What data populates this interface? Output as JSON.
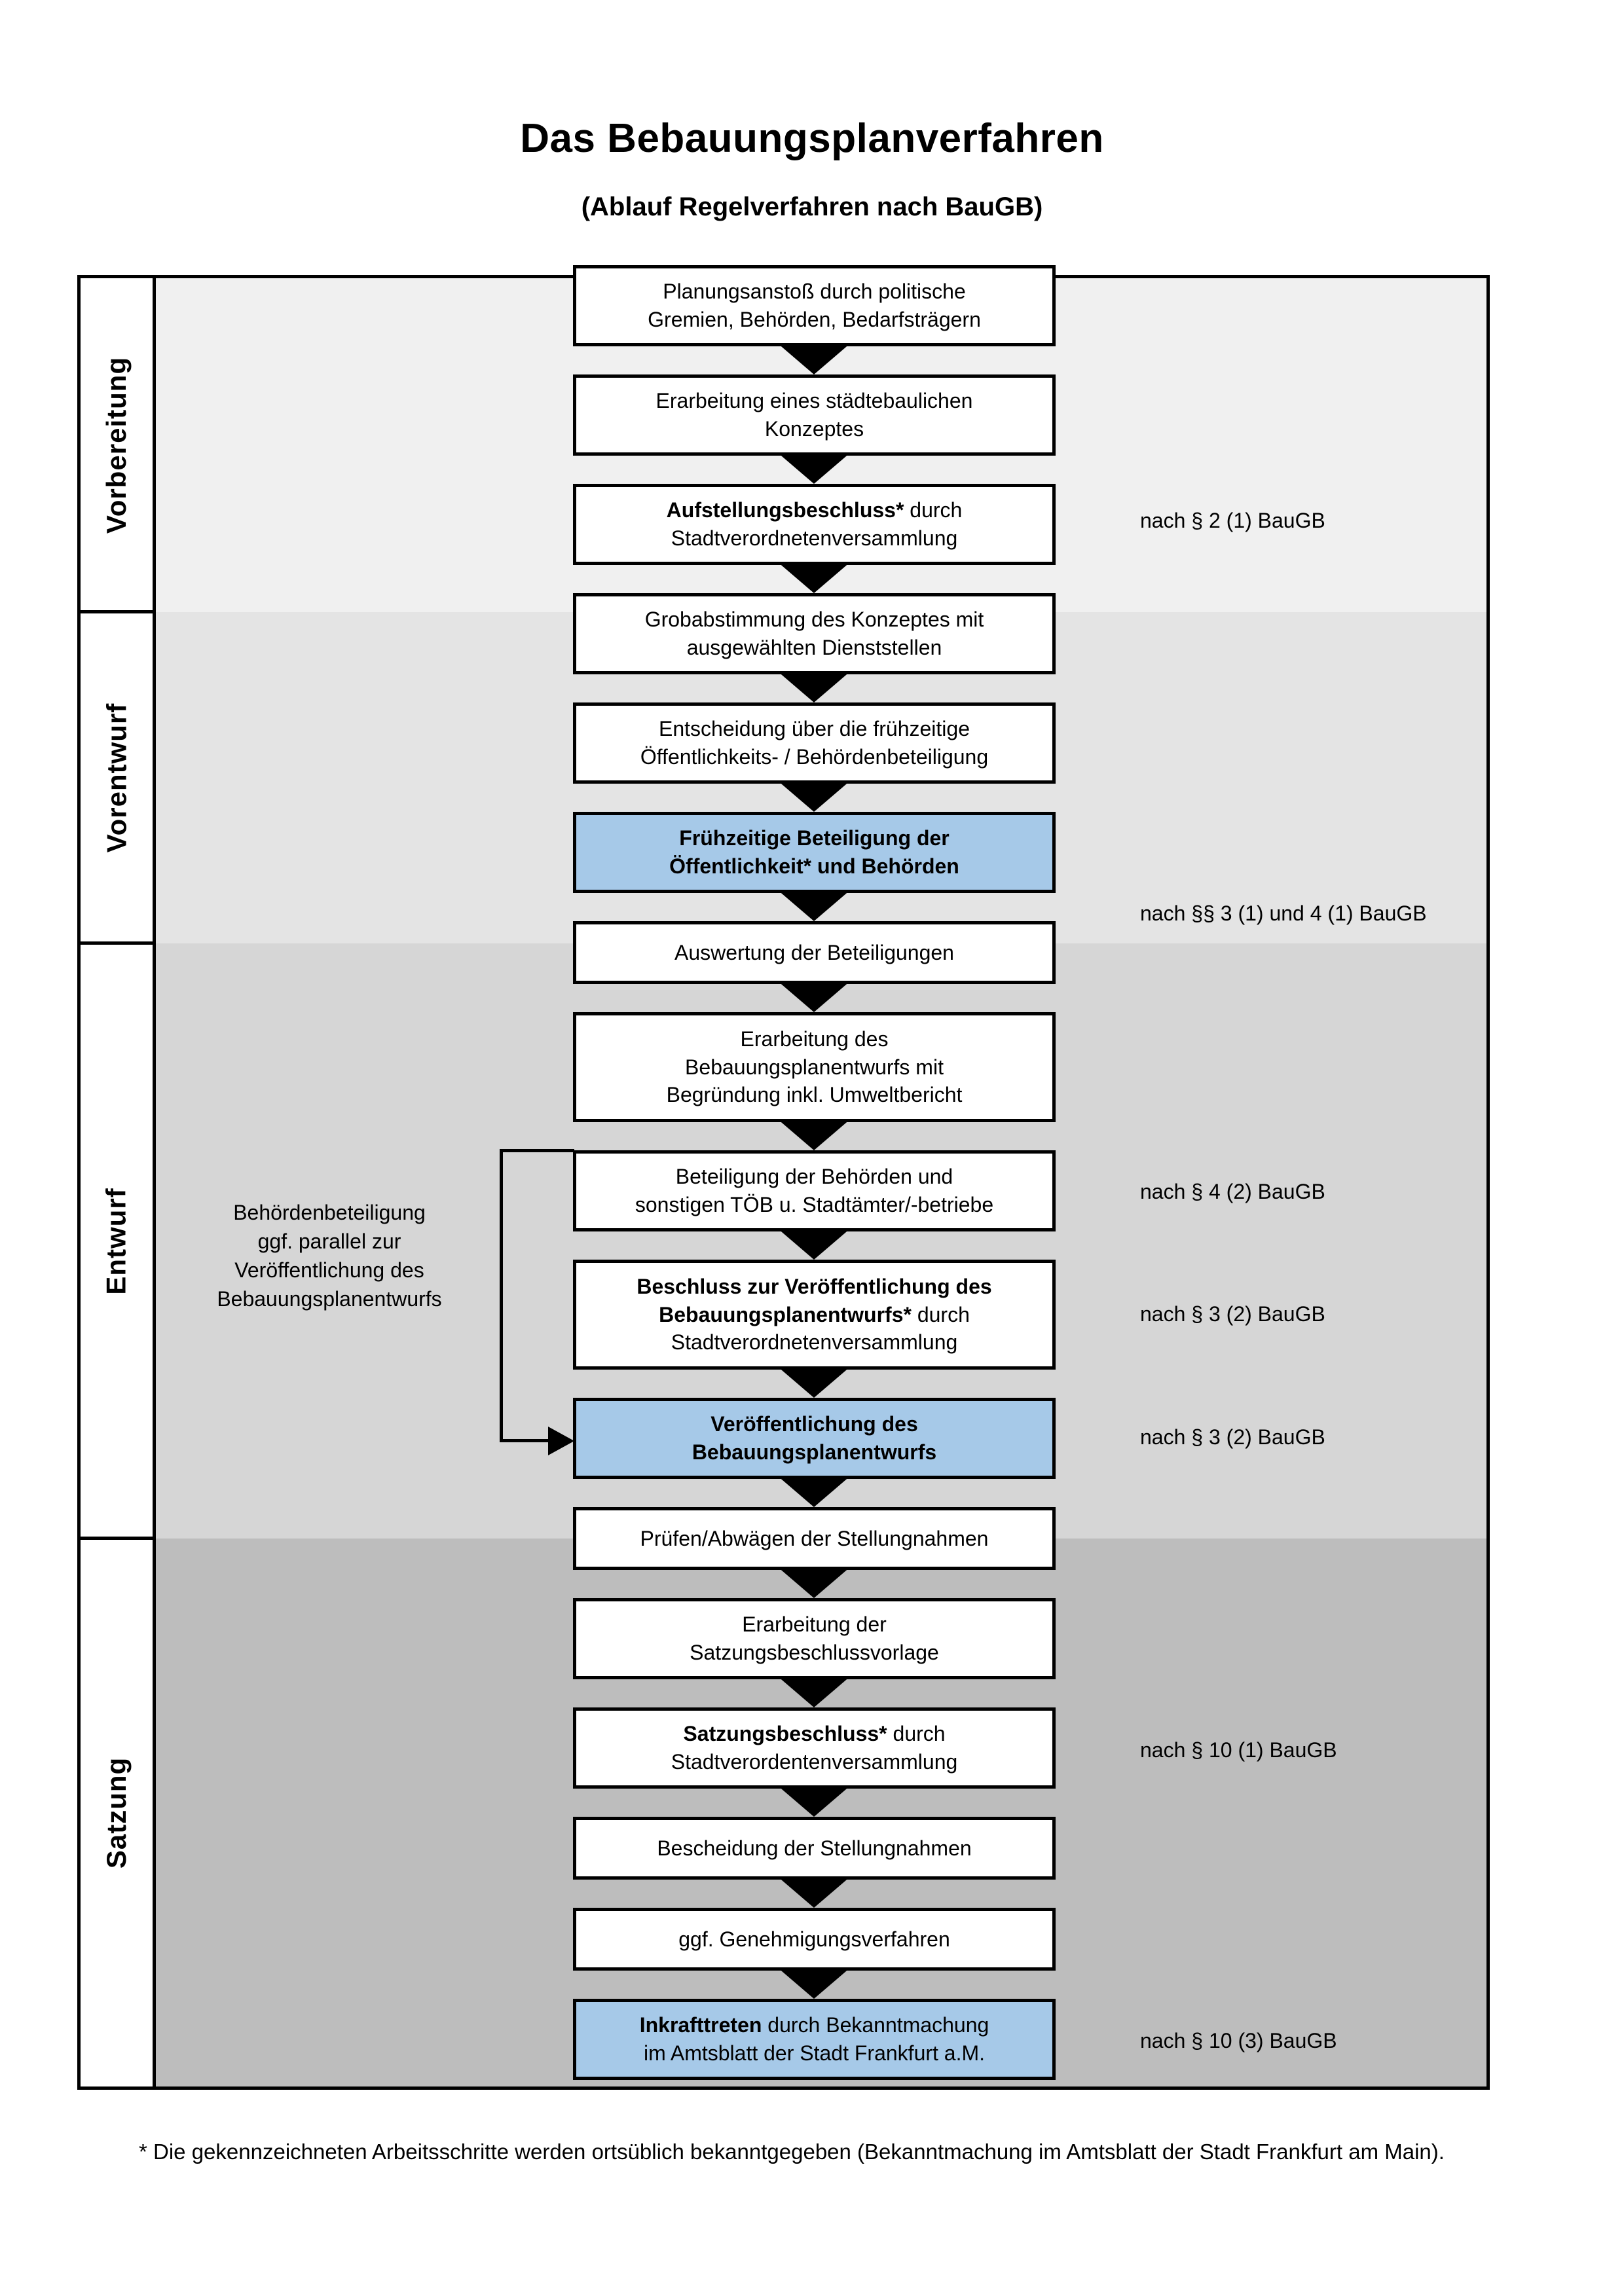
{
  "header": {
    "title": "Das Bebauungsplanverfahren",
    "subtitle": "(Ablauf Regelverfahren nach BauGB)"
  },
  "colors": {
    "highlight_box": "#a6c9e8",
    "band_vorbereitung": "#f0f0f0",
    "band_vorentwurf": "#e4e4e4",
    "band_entwurf": "#d6d6d6",
    "band_satzung": "#bdbdbd",
    "line": "#000000"
  },
  "sections": [
    {
      "id": "vorbereitung",
      "label": "Vorbereitung"
    },
    {
      "id": "vorentwurf",
      "label": "Vorentwurf"
    },
    {
      "id": "entwurf",
      "label": "Entwurf"
    },
    {
      "id": "satzung",
      "label": "Satzung"
    }
  ],
  "steps": [
    {
      "id": "planungsanstoss",
      "line1": "Planungsanstoß durch politische",
      "line2": "Gremien, Behörden, Bedarfsträgern",
      "line3": "",
      "bold_part": "",
      "style": "plain"
    },
    {
      "id": "staedtebau-konzept",
      "line1": "Erarbeitung eines städtebaulichen",
      "line2": "Konzeptes",
      "line3": "",
      "bold_part": "",
      "style": "plain"
    },
    {
      "id": "aufstellungsbeschluss",
      "line1": "",
      "line2": "Stadtverordnetenversammlung",
      "line3": "",
      "bold_part": "Aufstellungsbeschluss*",
      "tail": " durch",
      "style": "bold-lead"
    },
    {
      "id": "grobabstimmung",
      "line1": "Grobabstimmung des Konzeptes mit",
      "line2": "ausgewählten Dienststellen",
      "line3": "",
      "bold_part": "",
      "style": "plain"
    },
    {
      "id": "entscheidung-fruehz",
      "line1": "Entscheidung über die frühzeitige",
      "line2": "Öffentlichkeits- / Behördenbeteiligung",
      "line3": "",
      "bold_part": "",
      "style": "plain"
    },
    {
      "id": "fruehzeitige-beteiligung",
      "line1": "Frühzeitige Beteiligung der",
      "line2": "Öffentlichkeit* und Behörden",
      "line3": "",
      "bold_part": "",
      "style": "blue-bold"
    },
    {
      "id": "auswertung",
      "line1": "Auswertung der Beteiligungen",
      "line2": "",
      "line3": "",
      "bold_part": "",
      "style": "plain"
    },
    {
      "id": "erarbeitung-entwurf",
      "line1": "Erarbeitung des",
      "line2": "Bebauungsplanentwurfs mit",
      "line3": "Begründung inkl. Umweltbericht",
      "bold_part": "",
      "style": "plain"
    },
    {
      "id": "beteiligung-behoerden",
      "line1": "Beteiligung der Behörden und",
      "line2": "sonstigen TÖB u. Stadtämter/-betriebe",
      "line3": "",
      "bold_part": "",
      "style": "plain"
    },
    {
      "id": "beschluss-veroeff",
      "line1": "Beschluss zur Veröffentlichung des",
      "line2": "Bebauungsplanentwurfs*",
      "line3": "Stadtverordnetenversammlung",
      "tail": " durch",
      "bold_part": "two-line-bold",
      "style": "bold-two-line"
    },
    {
      "id": "veroeffentlichung",
      "line1": "Veröffentlichung des",
      "line2": "Bebauungsplanentwurfs",
      "line3": "",
      "bold_part": "",
      "style": "blue-bold"
    },
    {
      "id": "pruefen-abwaegen",
      "line1": "Prüfen/Abwägen der Stellungnahmen",
      "line2": "",
      "line3": "",
      "bold_part": "",
      "style": "plain"
    },
    {
      "id": "satzungsvorlage",
      "line1": "Erarbeitung der",
      "line2": "Satzungsbeschlussvorlage",
      "line3": "",
      "bold_part": "",
      "style": "plain"
    },
    {
      "id": "satzungsbeschluss",
      "line1": "",
      "line2": "Stadtverordentenversammlung",
      "line3": "",
      "bold_part": "Satzungsbeschluss*",
      "tail": " durch",
      "style": "bold-lead"
    },
    {
      "id": "bescheidung",
      "line1": "Bescheidung der Stellungnahmen",
      "line2": "",
      "line3": "",
      "bold_part": "",
      "style": "plain"
    },
    {
      "id": "genehmigungsverfahren",
      "line1": "ggf. Genehmigungsverfahren",
      "line2": "",
      "line3": "",
      "bold_part": "",
      "style": "plain"
    },
    {
      "id": "inkrafttreten",
      "line1": "",
      "line2": "im Amtsblatt der Stadt Frankfurt a.M.",
      "line3": "",
      "bold_part": "Inkrafttreten",
      "tail": " durch Bekanntmachung",
      "style": "blue-bold-lead"
    }
  ],
  "notes_right": [
    {
      "id": "note-par-2-1",
      "text": "nach § 2 (1) BauGB"
    },
    {
      "id": "note-par-3-1-4-1",
      "text": "nach §§ 3 (1) und 4 (1) BauGB"
    },
    {
      "id": "note-par-4-2",
      "text": "nach § 4 (2) BauGB"
    },
    {
      "id": "note-par-3-2-a",
      "text": "nach § 3 (2) BauGB"
    },
    {
      "id": "note-par-3-2-b",
      "text": "nach § 3 (2) BauGB"
    },
    {
      "id": "note-par-10-1",
      "text": "nach § 10 (1) BauGB"
    },
    {
      "id": "note-par-10-3",
      "text": "nach § 10 (3) BauGB"
    }
  ],
  "note_left": {
    "id": "note-parallel-behoerdenbeteiligung",
    "line1": "Behördenbeteiligung",
    "line2": "ggf. parallel zur",
    "line3": "Veröffentlichung des",
    "line4": "Bebauungsplanentwurfs"
  },
  "footnote": {
    "text": "* Die gekennzeichneten Arbeitsschritte werden ortsüblich bekanntgegeben (Bekanntmachung im Amtsblatt  der Stadt Frankfurt am Main)."
  }
}
